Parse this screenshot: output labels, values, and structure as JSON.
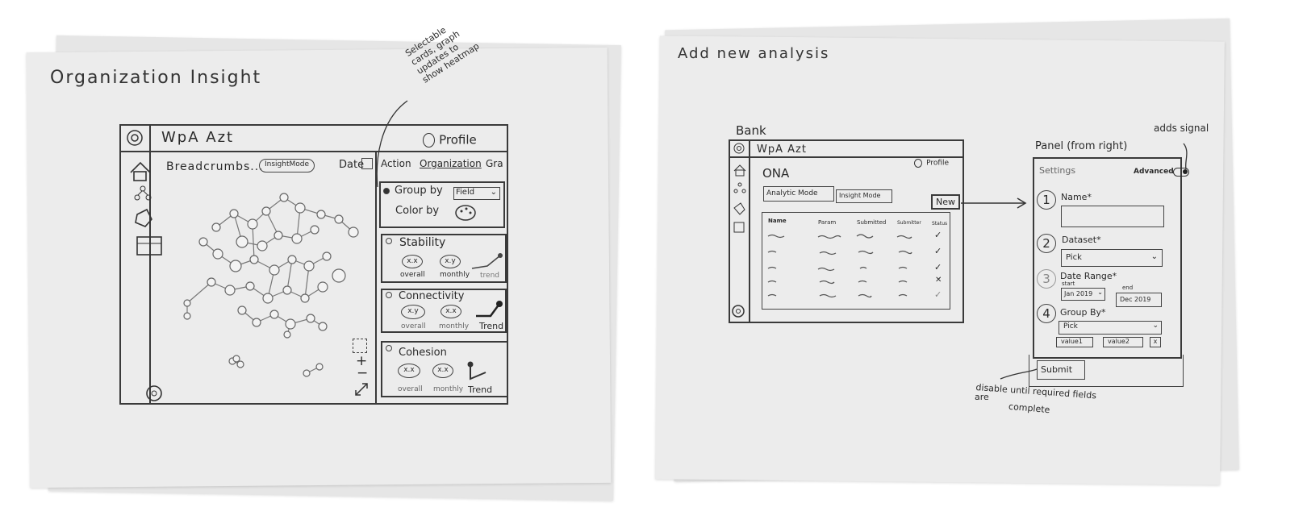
{
  "left_page": {
    "title": "Organization Insight",
    "annotation": [
      "Selectable",
      "cards, graph",
      "updates to",
      "show heatmap"
    ],
    "app_name": "WpA Azt",
    "profile": "Profile",
    "breadcrumbs": "Breadcrumbs...",
    "insight_mode": "InsightMode",
    "date": "Date",
    "tabs": [
      "Action",
      "Organization",
      "Gra"
    ],
    "group_by": {
      "label": "Group by",
      "value": "Field"
    },
    "color_by": "Color by",
    "cards": [
      {
        "name": "Stability",
        "labels": [
          "overall",
          "monthly",
          "trend"
        ],
        "oval_text": [
          "x.x",
          "x.y"
        ]
      },
      {
        "name": "Connectivity",
        "labels": [
          "overall",
          "monthly",
          "Trend"
        ],
        "oval_text": [
          "x.y",
          "x.x"
        ]
      },
      {
        "name": "Cohesion",
        "labels": [
          "overall",
          "monthly",
          "Trend"
        ],
        "oval_text": [
          "x.x",
          "x.x"
        ]
      }
    ],
    "zoom_controls": [
      "+",
      "−"
    ]
  },
  "right_page": {
    "title": "Add new analysis",
    "blank_label": "Bank",
    "app_name": "WpA Azt",
    "profile": "Profile",
    "page_heading": "ONA",
    "analytic_mode": "Analytic Mode",
    "insight_mode": "Insight Mode",
    "new_button": "New",
    "table": {
      "headers": [
        "Name",
        "Param",
        "Submitted",
        "Submitter",
        "Status"
      ],
      "rows": 5,
      "statuses": [
        "✓",
        "✓",
        "✓",
        "✕",
        "✓"
      ]
    },
    "panel_label": "Panel (from right)",
    "adds_signal": "adds signal",
    "settings": "Settings",
    "advanced": "Advanced",
    "fields": [
      {
        "num": "1",
        "label": "Name*"
      },
      {
        "num": "2",
        "label": "Dataset*",
        "value": "Pick"
      },
      {
        "num": "3",
        "label": "Date Range*",
        "start_label": "start",
        "end_label": "end",
        "start": "Jan 2019",
        "end": "Dec 2019"
      },
      {
        "num": "4",
        "label": "Group By*",
        "value": "Pick",
        "chips": [
          "value1",
          "value2"
        ]
      }
    ],
    "chip_remove": "x",
    "submit": "Submit",
    "submit_note": [
      "disable until required fields",
      "are",
      "complete"
    ]
  }
}
